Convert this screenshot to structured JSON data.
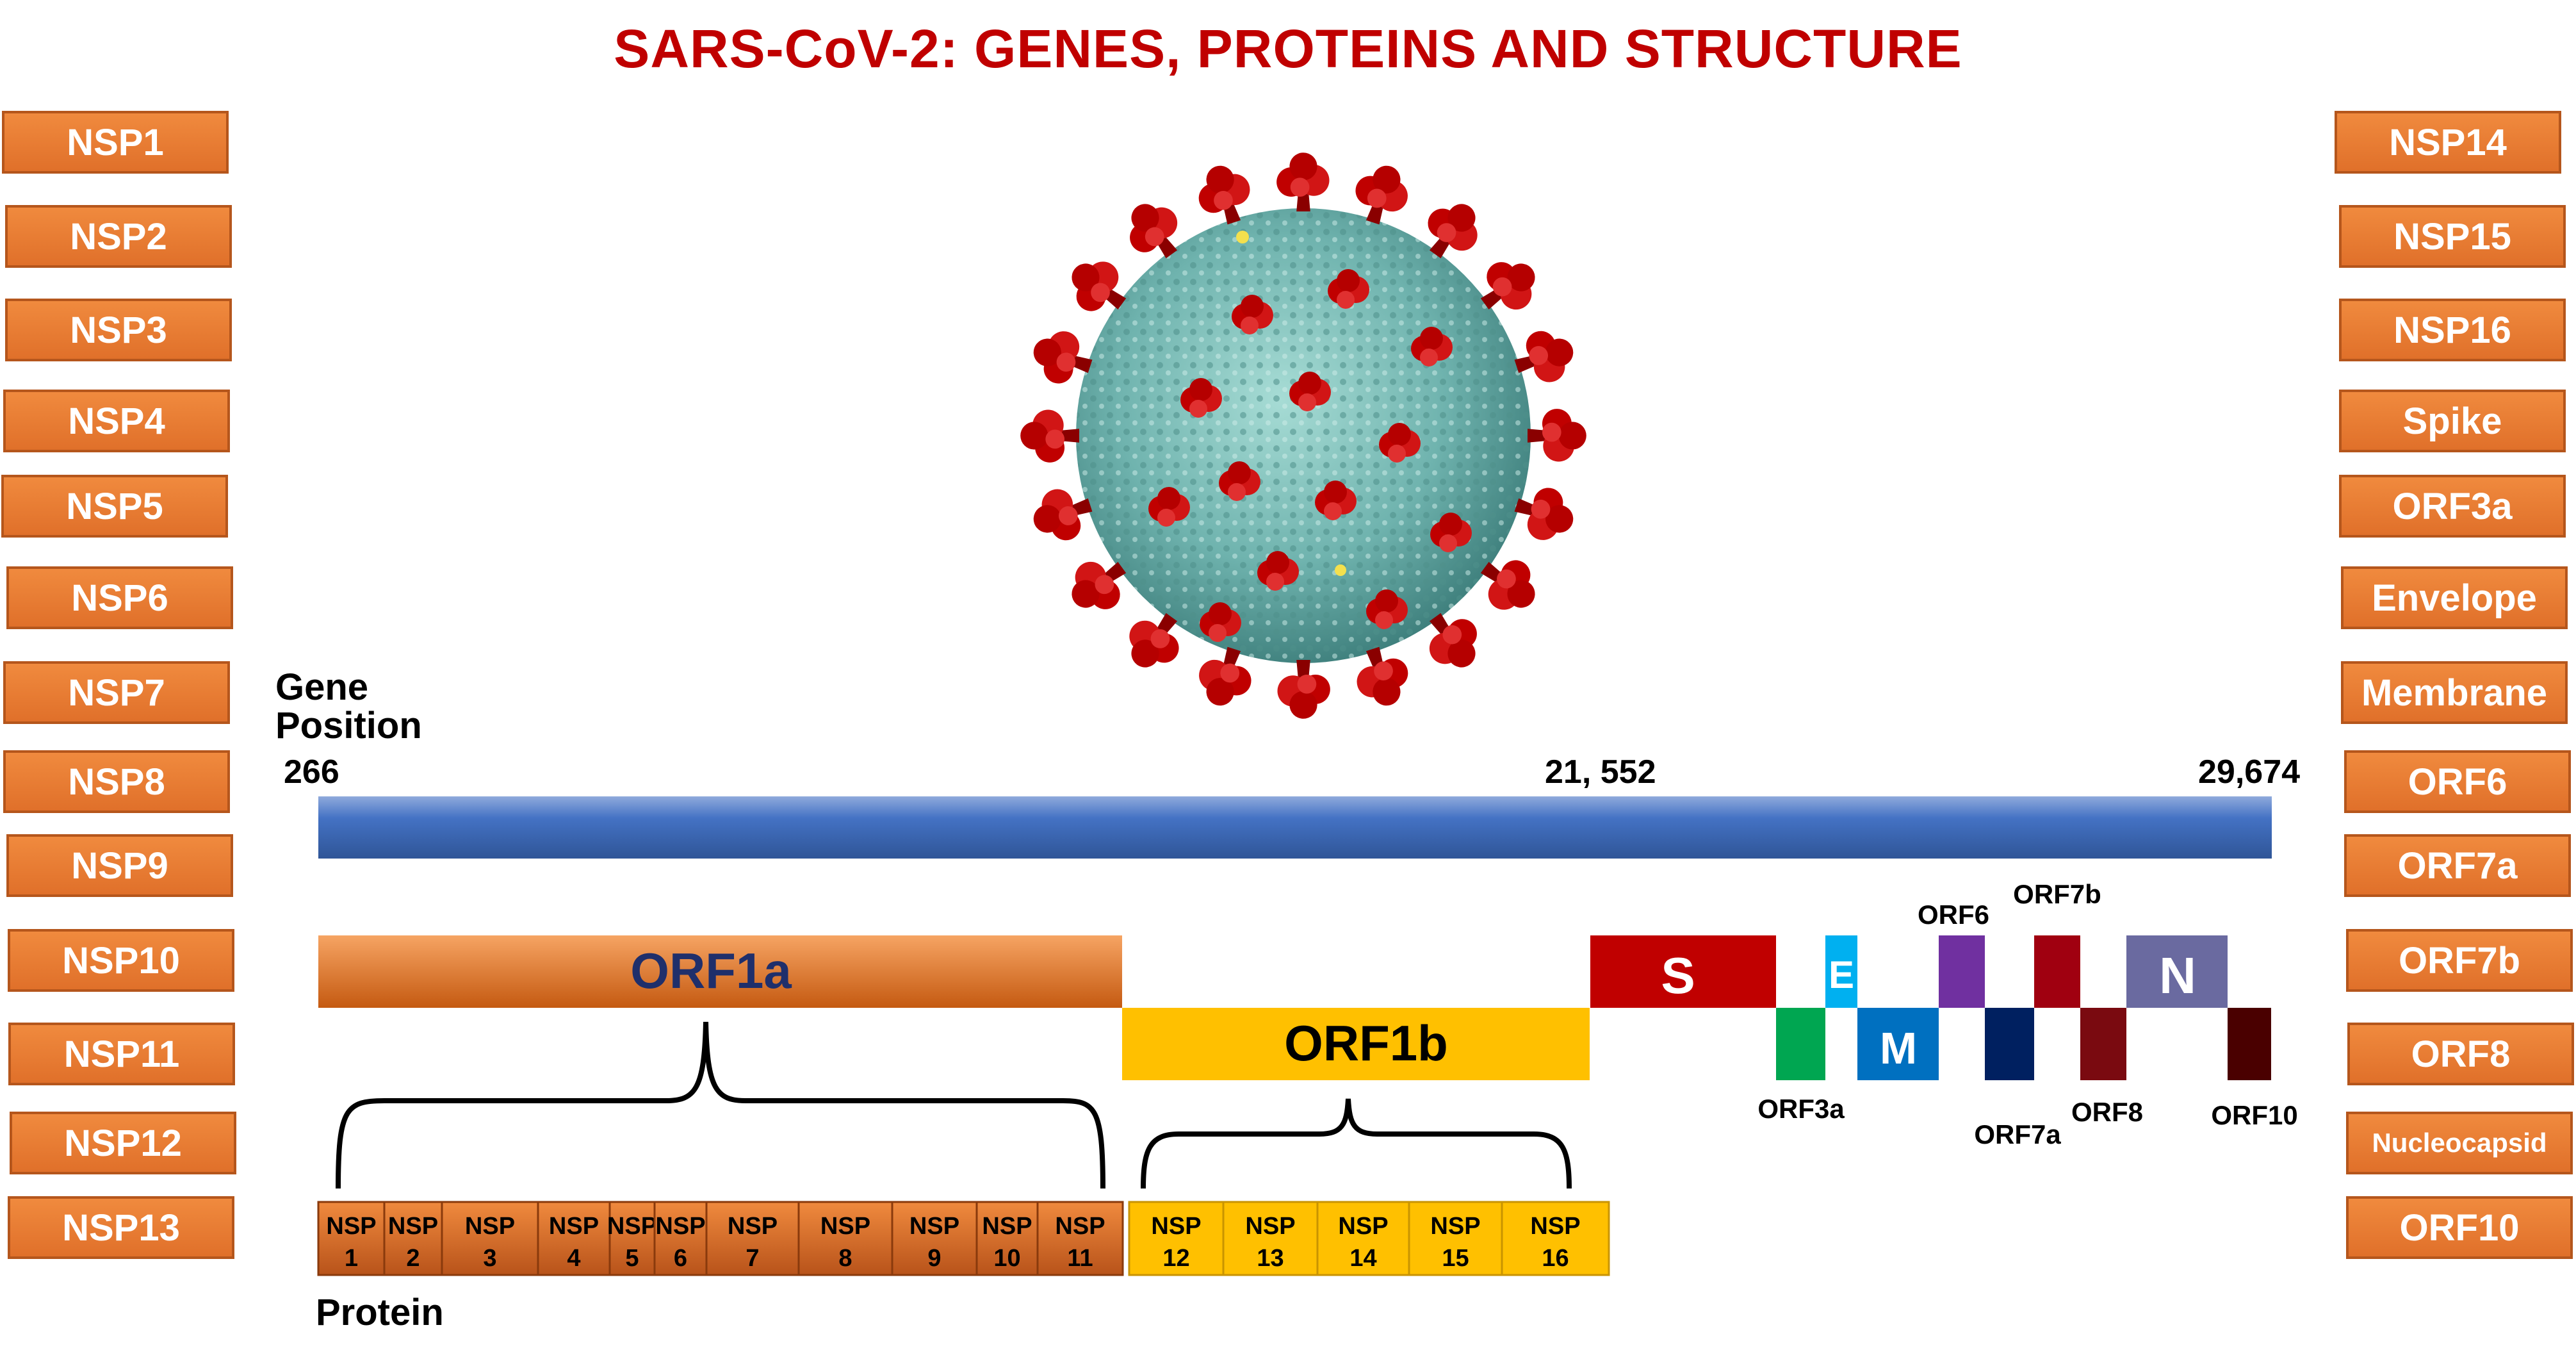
{
  "title": "SARS-CoV-2: GENES, PROTEINS AND STRUCTURE",
  "left_boxes": [
    "NSP1",
    "NSP2",
    "NSP3",
    "NSP4",
    "NSP5",
    "NSP6",
    "NSP7",
    "NSP8",
    "NSP9",
    "NSP10",
    "NSP11",
    "NSP12",
    "NSP13"
  ],
  "right_boxes": [
    "NSP14",
    "NSP15",
    "NSP16",
    "Spike",
    "ORF3a",
    "Envelope",
    "Membrane",
    "ORF6",
    "ORF7a",
    "ORF7b",
    "ORF8",
    "Nucleocapsid",
    "ORF10"
  ],
  "gene_position_label": [
    "Gene",
    "Position"
  ],
  "positions": {
    "start": "266",
    "mid": "21, 552",
    "end": "29,674"
  },
  "orf1a": "ORF1a",
  "orf1b": "ORF1b",
  "genes": {
    "S": "S",
    "E": "E",
    "M": "M",
    "N": "N"
  },
  "orf_labels": {
    "orf3a": "ORF3a",
    "orf6": "ORF6",
    "orf7a": "ORF7a",
    "orf7b": "ORF7b",
    "orf8": "ORF8",
    "orf10": "ORF10"
  },
  "nsp_word": "NSP",
  "nsp_numbers": [
    "1",
    "2",
    "3",
    "4",
    "5",
    "6",
    "7",
    "8",
    "9",
    "10",
    "11",
    "12",
    "13",
    "14",
    "15",
    "16"
  ],
  "protein_label": "Protein",
  "colors": {
    "title": "#c00000",
    "orf1a": "#e07a30",
    "orf1b": "#ffc000",
    "spike": "#c00000",
    "orf3a": "#00a651",
    "envelope": "#00b0f0",
    "membrane": "#0070c0",
    "orf6": "#7030a0",
    "orf7a": "#002060",
    "orf7b": "#a00010",
    "orf8": "#7a0a10",
    "nucleocapsid": "#6a6aa0",
    "orf10": "#4a0000",
    "gene_bar": "#4472c4",
    "virus_body": "#6fb3ae",
    "spikes": "#c00000"
  }
}
